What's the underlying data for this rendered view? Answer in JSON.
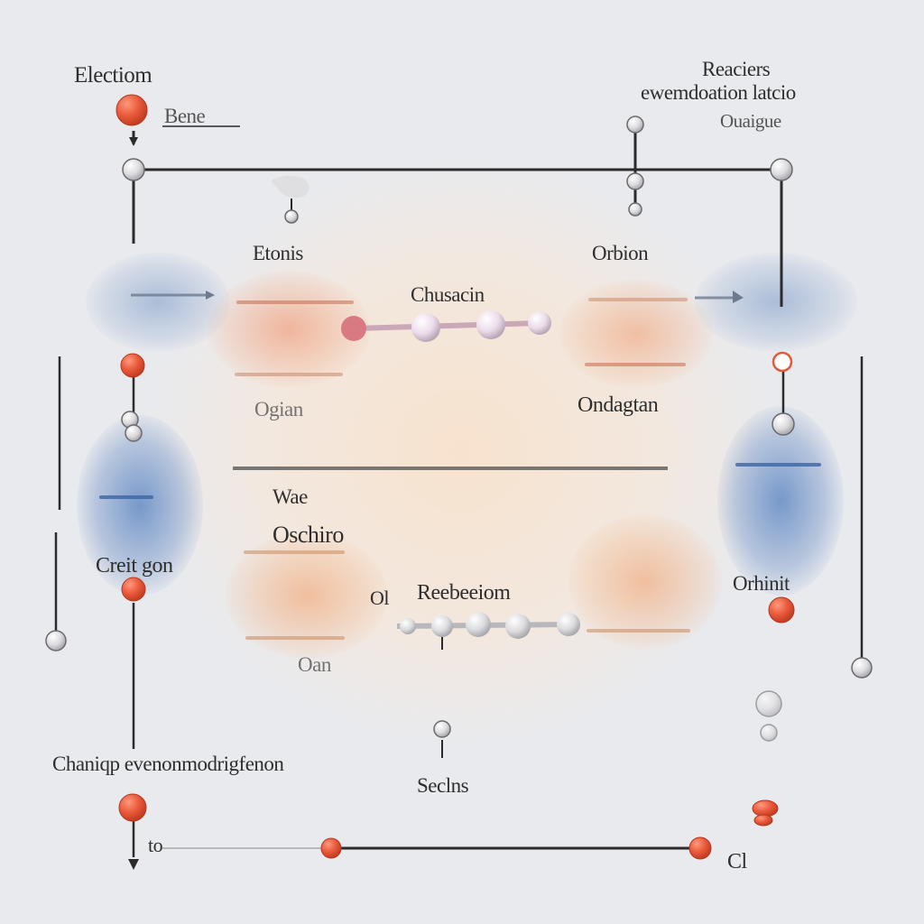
{
  "labels": {
    "electron": "Electiom",
    "bene": "Bene",
    "reactants": "Reaciers",
    "reactants_sub": "ewemdoation latcio",
    "reactants_sub2": "Ouaigue",
    "atoms": "Etonis",
    "carbon_top": "Orbion",
    "center_top": "Chusacin",
    "oxygen_right": "Ondagtan",
    "carbon_left": "Ogian",
    "water": "Wae",
    "oxidation": "Oschiro",
    "creation": "Creit gon",
    "reaction": "Reebeeiom",
    "reaction_prefix": "Ol",
    "orbital": "Orhinit",
    "carbon_bottom": "Oan",
    "changing": "Chaniqp evenonmodrigfenon",
    "sections": "Seclns",
    "bottom_left": "to",
    "bottom_right": "Cl"
  },
  "colors": {
    "electron": "#ea5a3c",
    "node": "#e8e8ea",
    "line": "#2b2b2b",
    "blue_glow": "#5f86be",
    "orange_glow": "#f0a070"
  }
}
